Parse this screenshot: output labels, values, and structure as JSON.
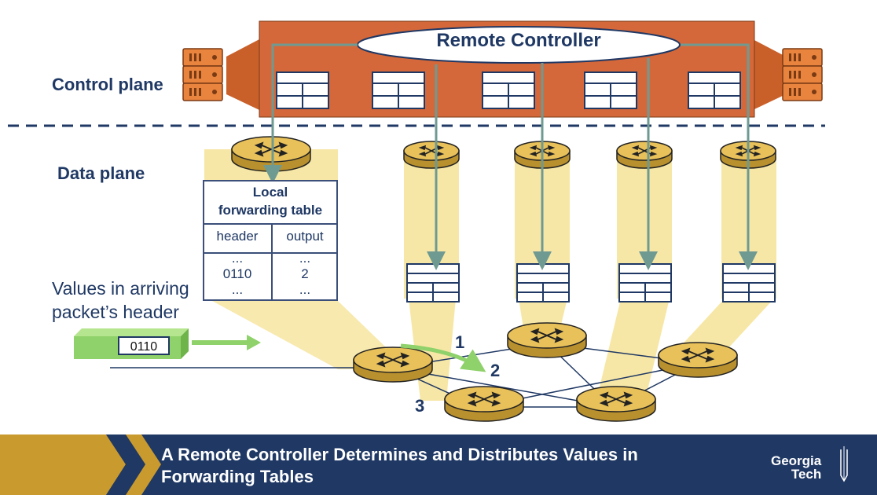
{
  "labels": {
    "control_plane": "Control plane",
    "data_plane": "Data plane",
    "remote_controller": "Remote Controller",
    "values_line1": "Values in arriving",
    "values_line2": "packet’s header",
    "packet_value": "0110"
  },
  "forwarding_table": {
    "title_line1": "Local",
    "title_line2": "forwarding table",
    "headers": [
      "header",
      "output"
    ],
    "rows": [
      [
        "...",
        "..."
      ],
      [
        "0110",
        "2"
      ],
      [
        "...",
        "..."
      ]
    ]
  },
  "ports": [
    "1",
    "2",
    "3"
  ],
  "banner": {
    "title_line1": "A Remote Controller Determines and Distributes Values in",
    "title_line2": "Forwarding Tables",
    "logo_line1": "Georgia",
    "logo_line2": "Tech"
  },
  "colors": {
    "navy": "#1f3864",
    "controller_orange": "#d4683a",
    "router_gold": "#e8c15a",
    "beam": "#f7e7a6",
    "teal_arrow": "#6f9a92",
    "packet_green": "#8fd16a",
    "banner_gold": "#c99a2e"
  },
  "icons": [
    "server-icon",
    "router-icon",
    "flow-table-icon",
    "georgia-tech-logo-icon"
  ]
}
